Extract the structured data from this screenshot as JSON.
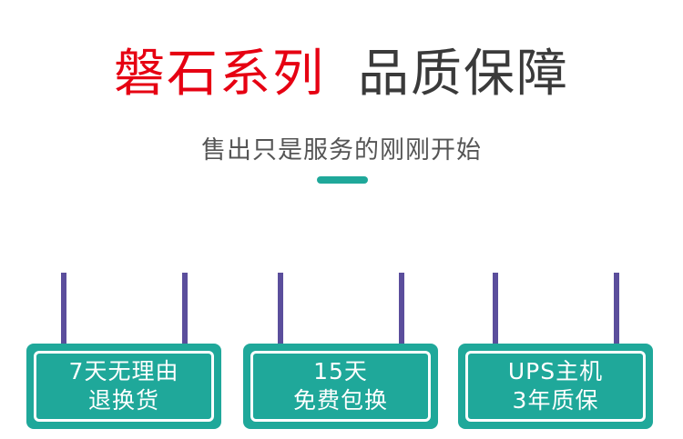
{
  "headline": {
    "brand": "磐石系列",
    "slogan": "品质保障"
  },
  "subtitle": "售出只是服务的刚刚开始",
  "colors": {
    "brand_red": "#e60012",
    "teal": "#1fa89a",
    "post_purple": "#5b4e9c",
    "text_dark": "#3a3a3a"
  },
  "cards": [
    {
      "line1": "7天无理由",
      "line2": "退换货"
    },
    {
      "line1": "15天",
      "line2": "免费包换"
    },
    {
      "line1": "UPS主机",
      "line2": "3年质保"
    }
  ]
}
